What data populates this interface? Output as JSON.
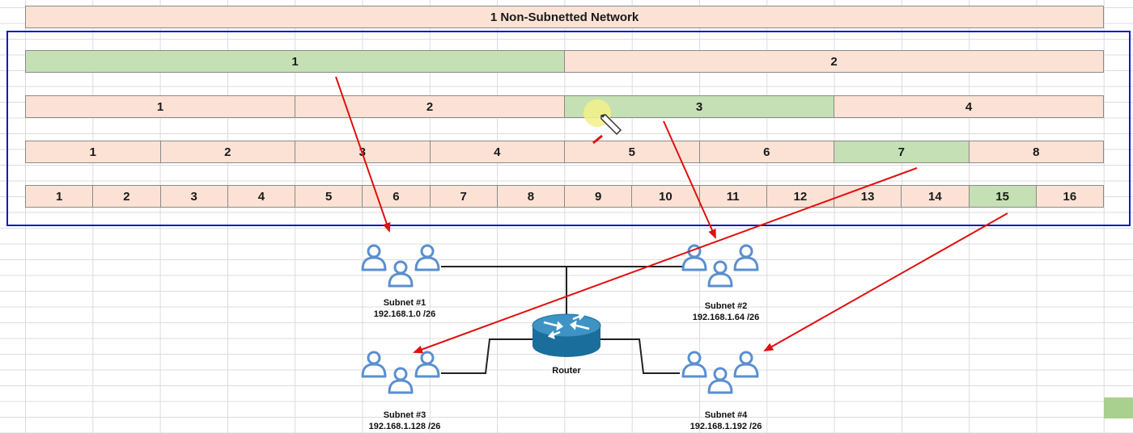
{
  "title": "1 Non-Subnetted Network",
  "rows": [
    {
      "cells": [
        "1",
        "2"
      ],
      "highlight": [
        0
      ]
    },
    {
      "cells": [
        "1",
        "2",
        "3",
        "4"
      ],
      "highlight": [
        2
      ]
    },
    {
      "cells": [
        "1",
        "2",
        "3",
        "4",
        "5",
        "6",
        "7",
        "8"
      ],
      "highlight": [
        6
      ]
    },
    {
      "cells": [
        "1",
        "2",
        "3",
        "4",
        "5",
        "6",
        "7",
        "8",
        "9",
        "10",
        "11",
        "12",
        "13",
        "14",
        "15",
        "16"
      ],
      "highlight": [
        14
      ]
    }
  ],
  "subnets": [
    {
      "name": "Subnet #1",
      "address": "192.168.1.0 /26"
    },
    {
      "name": "Subnet #2",
      "address": "192.168.1.64 /26"
    },
    {
      "name": "Subnet #3",
      "address": "192.168.1.128 /26"
    },
    {
      "name": "Subnet #4",
      "address": "192.168.1.192 /26"
    }
  ],
  "router_label": "Router",
  "colors": {
    "cell": "#fbe2d5",
    "highlight": "#c5e0b4",
    "frame": "#1616c8",
    "arrow": "#e01010",
    "user": "#5a8fd0",
    "router": "#1a6e9c"
  }
}
